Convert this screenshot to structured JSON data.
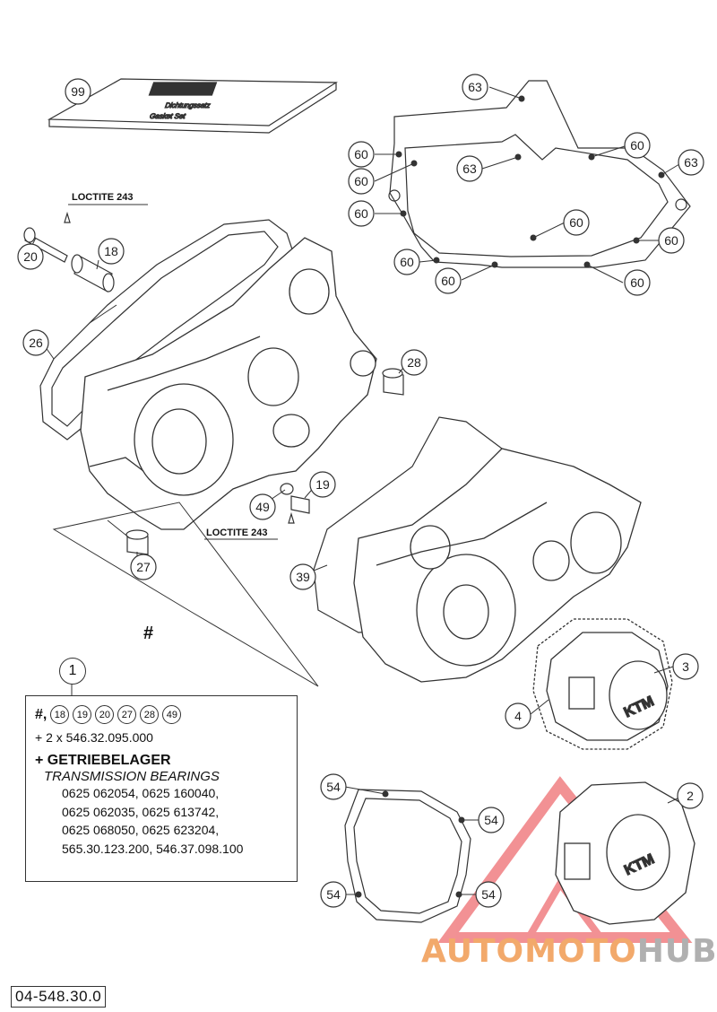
{
  "callouts": [
    {
      "id": "c99",
      "label": "99"
    },
    {
      "id": "c63a",
      "label": "63"
    },
    {
      "id": "c63b",
      "label": "63"
    },
    {
      "id": "c63c",
      "label": "63"
    },
    {
      "id": "c60a",
      "label": "60"
    },
    {
      "id": "c60b",
      "label": "60"
    },
    {
      "id": "c60c",
      "label": "60"
    },
    {
      "id": "c60d",
      "label": "60"
    },
    {
      "id": "c60e",
      "label": "60"
    },
    {
      "id": "c60f",
      "label": "60"
    },
    {
      "id": "c60g",
      "label": "60"
    },
    {
      "id": "c60h",
      "label": "60"
    },
    {
      "id": "c60i",
      "label": "60"
    },
    {
      "id": "c20",
      "label": "20"
    },
    {
      "id": "c18",
      "label": "18"
    },
    {
      "id": "c26",
      "label": "26"
    },
    {
      "id": "c28",
      "label": "28"
    },
    {
      "id": "c19",
      "label": "19"
    },
    {
      "id": "c49",
      "label": "49"
    },
    {
      "id": "c27",
      "label": "27"
    },
    {
      "id": "c39",
      "label": "39"
    },
    {
      "id": "c3",
      "label": "3"
    },
    {
      "id": "c4",
      "label": "4"
    },
    {
      "id": "c2",
      "label": "2"
    },
    {
      "id": "c54a",
      "label": "54"
    },
    {
      "id": "c54b",
      "label": "54"
    },
    {
      "id": "c54c",
      "label": "54"
    },
    {
      "id": "c54d",
      "label": "54"
    }
  ],
  "loctite_top": "LOCTITE 243",
  "loctite_mid": "LOCTITE 243",
  "hash_mark": "#",
  "legend": {
    "number": "1",
    "row_prefix": "#,",
    "row_parts": [
      "18",
      "19",
      "20",
      "27",
      "28",
      "49"
    ],
    "plus_line": "+ 2 x 546.32.095.000",
    "bold_line": "+ GETRIEBELAGER",
    "italic_line": "TRANSMISSION BEARINGS",
    "part_lines": [
      "0625 062054, 0625 160040,",
      "0625 062035, 0625 613742,",
      "0625 068050, 0625 623204,",
      "565.30.123.200, 546.37.098.100"
    ]
  },
  "diagram_code": "04-548.30.0",
  "watermark": {
    "part1": "AUTOMOTO",
    "part2": "HUB"
  },
  "colors": {
    "line": "#333333",
    "watermark_red": "#e8383d",
    "watermark_orange": "#f2a96b",
    "watermark_gray": "#b0b0b0"
  }
}
